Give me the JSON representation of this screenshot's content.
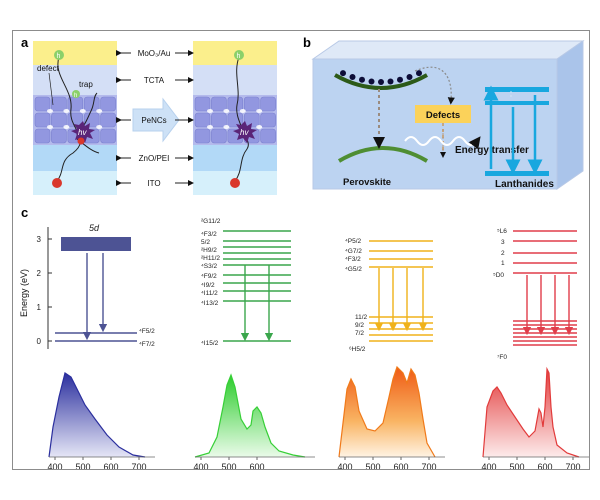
{
  "panels": {
    "a": {
      "letter": "a",
      "layer_labels": [
        "MoO₃/Au",
        "TCTA",
        "PeNCs",
        "ZnO/PEI",
        "ITO"
      ],
      "annotations": {
        "defect": "defect",
        "trap": "trap",
        "hv": "hv",
        "h": "h",
        "e": "e"
      }
    },
    "b": {
      "letter": "b",
      "labels": {
        "defects": "Defects",
        "energy_transfer": "Energy transfer",
        "perovskite": "Perovskite",
        "lanthanides": "Lanthanides"
      }
    },
    "c": {
      "letter": "c",
      "ylabel": "Energy (eV)",
      "yticks": [
        "0",
        "1",
        "2",
        "3"
      ],
      "diagrams": [
        {
          "id": "ce",
          "color": "#4d5394",
          "labels": [
            "5d",
            "⁴F5/2",
            "⁴F7/2"
          ]
        },
        {
          "id": "tb",
          "color": "#3aa64c",
          "labels": [
            "²G11/2",
            "⁴F3/2",
            "5/2",
            "²H9/2",
            "²H11/2",
            "⁴S3/2",
            "⁴F9/2",
            "⁴I9/2",
            "⁴I11/2",
            "⁴I13/2",
            "⁴I15/2"
          ]
        },
        {
          "id": "sm",
          "color": "#f0b21a",
          "labels": [
            "⁴P5/2",
            "⁴G7/2",
            "⁴F3/2",
            "⁴G5/2",
            "11/2",
            "9/2",
            "7/2",
            "⁶H5/2"
          ]
        },
        {
          "id": "eu",
          "color": "#e03d4a",
          "labels": [
            "⁵L6",
            "3",
            "2",
            "1",
            "⁵D0",
            "⁷F0"
          ]
        }
      ],
      "spectra": [
        {
          "id": "ce",
          "color": "#2b2f9e",
          "xticks": [
            "400",
            "500",
            "600",
            "700"
          ]
        },
        {
          "id": "tb",
          "color": "#37cf37",
          "xticks": [
            "400",
            "500",
            "600"
          ]
        },
        {
          "id": "sm",
          "color": "#f07a1a",
          "xticks": [
            "400",
            "500",
            "600",
            "700"
          ]
        },
        {
          "id": "eu",
          "color": "#e23b3b",
          "xticks": [
            "400",
            "500",
            "600",
            "700"
          ]
        }
      ]
    }
  }
}
